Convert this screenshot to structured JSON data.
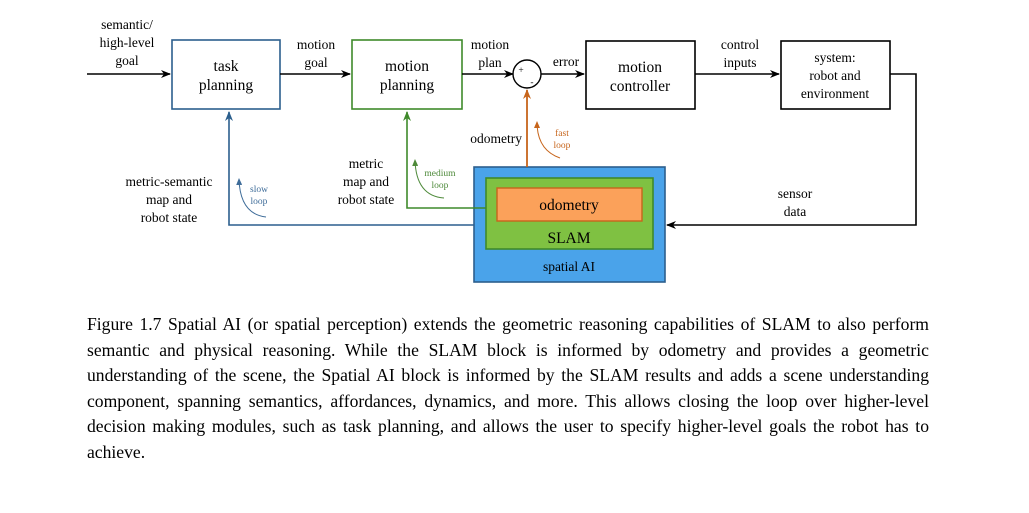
{
  "diagram": {
    "inputs": {
      "goal": [
        "semantic/",
        "high-level",
        "goal"
      ],
      "motion_goal": [
        "motion",
        "goal"
      ],
      "motion_plan": [
        "motion",
        "plan"
      ],
      "error": "error",
      "control_inputs": [
        "control",
        "inputs"
      ],
      "sensor_data": [
        "sensor",
        "data"
      ],
      "odometry_feed": "odometry",
      "metric_map": [
        "metric",
        "map and",
        "robot state"
      ],
      "metric_semantic": [
        "metric-semantic",
        "map and",
        "robot state"
      ]
    },
    "blocks": {
      "task_planning": [
        "task",
        "planning"
      ],
      "motion_planning": [
        "motion",
        "planning"
      ],
      "motion_controller": [
        "motion",
        "controller"
      ],
      "system": [
        "system:",
        "robot and",
        "environment"
      ],
      "odometry": "odometry",
      "slam": "SLAM",
      "spatial_ai": "spatial AI"
    },
    "loops": {
      "fast": [
        "fast",
        "loop"
      ],
      "medium": [
        "medium",
        "loop"
      ],
      "slow": [
        "slow",
        "loop"
      ]
    },
    "summing": {
      "plus": "+",
      "minus": "-"
    },
    "colors": {
      "blue_border": "#2c5f8d",
      "green_border": "#3f8a2b",
      "orange_loop": "#c7651b",
      "green_loop": "#4e8a3a",
      "blue_loop": "#3e6c99",
      "spatial_fill": "#4aa3ea",
      "slam_fill": "#7fc142",
      "odometry_fill": "#fba15a"
    }
  },
  "caption": "Figure 1.7 Spatial AI (or spatial perception) extends the geometric reasoning capabilities of SLAM to also perform semantic and physical reasoning. While the SLAM block is informed by odometry and provides a geometric understanding of the scene, the Spatial AI block is informed by the SLAM results and adds a scene understanding component, spanning semantics, affordances, dynamics, and more. This allows closing the loop over higher-level decision making modules, such as task planning, and allows the user to specify higher-level goals the robot has to achieve."
}
